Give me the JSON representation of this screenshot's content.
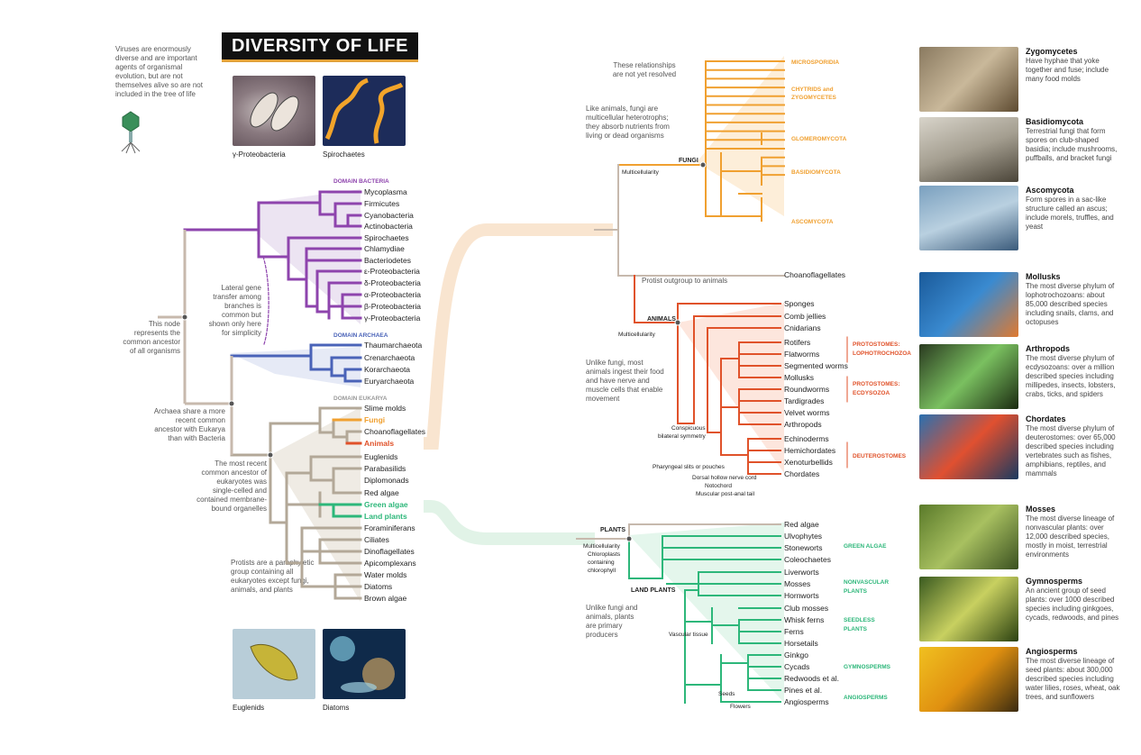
{
  "title": "DIVERSITY OF LIFE",
  "notes": {
    "viruses": "Viruses are enormously diverse and are important agents of organismal evolution, but are not themselves alive so are not included in the tree of life",
    "common_ancestor": "This node represents the common ancestor of all organisms",
    "lateral_gene": "Lateral gene transfer among branches is common but shown only here for simplicity",
    "archaea_share": "Archaea share a more recent common ancestor with Eukarya than with Bacteria",
    "eukaryote_ancestor": "The most recent common ancestor of eukaryotes was single-celled and contained membrane-bound organelles",
    "protists": "Protists are a paraphyletic group containing all eukaryotes except fungi, animals, and plants",
    "unresolved": "These relationships are not yet resolved",
    "fungi_like_animals": "Like animals, fungi are multicellular heterotrophs; they absorb nutrients from living or dead organisms",
    "protist_outgroup": "Protist outgroup to animals",
    "animals_ingest": "Unlike fungi, most animals ingest their food and have nerve and muscle cells that enable movement",
    "plants_primary": "Unlike fungi and animals, plants are primary producers"
  },
  "photos": {
    "proteobacteria": "γ-Proteobacteria",
    "spirochaetes": "Spirochaetes",
    "euglenids": "Euglenids",
    "diatoms": "Diatoms"
  },
  "domains": {
    "bacteria": "DOMAIN BACTERIA",
    "archaea": "DOMAIN ARCHAEA",
    "eukarya": "DOMAIN EUKARYA"
  },
  "bacteria": [
    "Mycoplasma",
    "Firmicutes",
    "Cyanobacteria",
    "Actinobacteria",
    "Spirochaetes",
    "Chlamydiae",
    "Bacteriodetes",
    "ε-Proteobacteria",
    "δ-Proteobacteria",
    "α-Proteobacteria",
    "β-Proteobacteria",
    "γ-Proteobacteria"
  ],
  "archaea": [
    "Thaumarchaeota",
    "Crenarchaeota",
    "Korarchaeota",
    "Euryarchaeota"
  ],
  "eukarya": [
    "Slime molds",
    "Fungi",
    "Choanoflagellates",
    "Animals",
    "Euglenids",
    "Parabasilids",
    "Diplomonads",
    "Red algae",
    "Green algae",
    "Land plants",
    "Foraminiferans",
    "Ciliates",
    "Dinoflagellates",
    "Apicomplexans",
    "Water molds",
    "Diatoms",
    "Brown algae"
  ],
  "fungi": {
    "label": "FUNGI",
    "trait": "Multicellularity",
    "groups": [
      "MICROSPORIDIA",
      "CHYTRIDS and ZYGOMYCETES",
      "GLOMEROMYCOTA",
      "BASIDIOMYCOTA",
      "ASCOMYCOTA"
    ]
  },
  "animals": {
    "label": "ANIMALS",
    "trait": "Multicellularity",
    "outgroup": "Choanoflagellates",
    "taxa": [
      "Sponges",
      "Comb jellies",
      "Cnidarians",
      "Rotifers",
      "Flatworms",
      "Segmented worms",
      "Mollusks",
      "Roundworms",
      "Tardigrades",
      "Velvet worms",
      "Arthropods",
      "Echinoderms",
      "Hemichordates",
      "Xenoturbellids",
      "Chordates"
    ],
    "groups": [
      "PROTOSTOMES: LOPHOTROCHOZOA",
      "PROTOSTOMES: ECDYSOZOA",
      "DEUTEROSTOMES"
    ],
    "traits": [
      "Conspicuous bilateral symmetry",
      "Pharyngeal slits or pouches",
      "Dorsal hollow nerve cord",
      "Notochord",
      "Muscular post-anal tail"
    ]
  },
  "plants": {
    "label": "PLANTS",
    "land_label": "LAND PLANTS",
    "traits": [
      "Multicellularity",
      "Chloroplasts containing chlorophyll",
      "Vascular tissue",
      "Seeds",
      "Flowers"
    ],
    "taxa": [
      "Red algae",
      "Ulvophytes",
      "Stoneworts",
      "Coleochaetes",
      "Liverworts",
      "Mosses",
      "Hornworts",
      "Club mosses",
      "Whisk ferns",
      "Ferns",
      "Horsetails",
      "Ginkgo",
      "Cycads",
      "Redwoods et al.",
      "Pines et al.",
      "Angiosperms"
    ],
    "groups": [
      "GREEN ALGAE",
      "NONVASCULAR PLANTS",
      "SEEDLESS PLANTS",
      "GYMNOSPERMS",
      "ANGIOSPERMS"
    ]
  },
  "sidebar": [
    {
      "title": "Zygomycetes",
      "text": "Have hyphae that yoke together and fuse; include many food molds"
    },
    {
      "title": "Basidiomycota",
      "text": "Terrestrial fungi that form spores on club-shaped basidia; include mushrooms, puffballs, and bracket fungi"
    },
    {
      "title": "Ascomycota",
      "text": "Form spores in a sac-like structure called an ascus; include morels, truffles, and yeast"
    },
    {
      "title": "Mollusks",
      "text": "The most diverse phylum of lophotrochozoans: about 85,000 described species including snails, clams, and octopuses"
    },
    {
      "title": "Arthropods",
      "text": "The most diverse phylum of ecdysozoans: over a million described species including millipedes, insects, lobsters, crabs, ticks, and spiders"
    },
    {
      "title": "Chordates",
      "text": "The most diverse phylum of deuterostomes: over 65,000 described species including vertebrates such as fishes, amphibians, reptiles, and mammals"
    },
    {
      "title": "Mosses",
      "text": "The most diverse lineage of nonvascular plants: over 12,000 described species, mostly in moist, terrestrial environments"
    },
    {
      "title": "Gymnosperms",
      "text": "An ancient group of seed plants: over 1000 described species including ginkgoes, cycads, redwoods, and pines"
    },
    {
      "title": "Angiosperms",
      "text": "The most diverse lineage of seed plants: about 300,000 described species including water lilies, roses, wheat, oak trees, and sunflowers"
    }
  ],
  "colors": {
    "bacteria": "#8e44ad",
    "archaea": "#4a63b8",
    "eukarya": "#b3a898",
    "fungi": "#f0a030",
    "animals": "#e0522a",
    "plants": "#2db77a"
  }
}
